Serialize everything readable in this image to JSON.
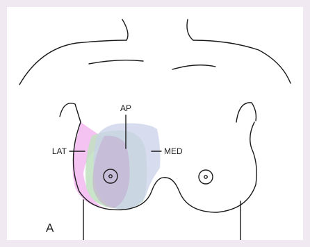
{
  "figure": {
    "panel_letter": "A",
    "labels": {
      "ap": "AP",
      "lat": "LAT",
      "med": "MED"
    },
    "colors": {
      "page_border": "#f1e9f2",
      "background": "#ffffff",
      "outline": "#1a1a1a",
      "lat_zone": "#f2b8f0",
      "ap_zone": "#bfe0bf",
      "med_zone": "#c9d1ea",
      "overlap_zone": "#c2a8cf"
    }
  }
}
